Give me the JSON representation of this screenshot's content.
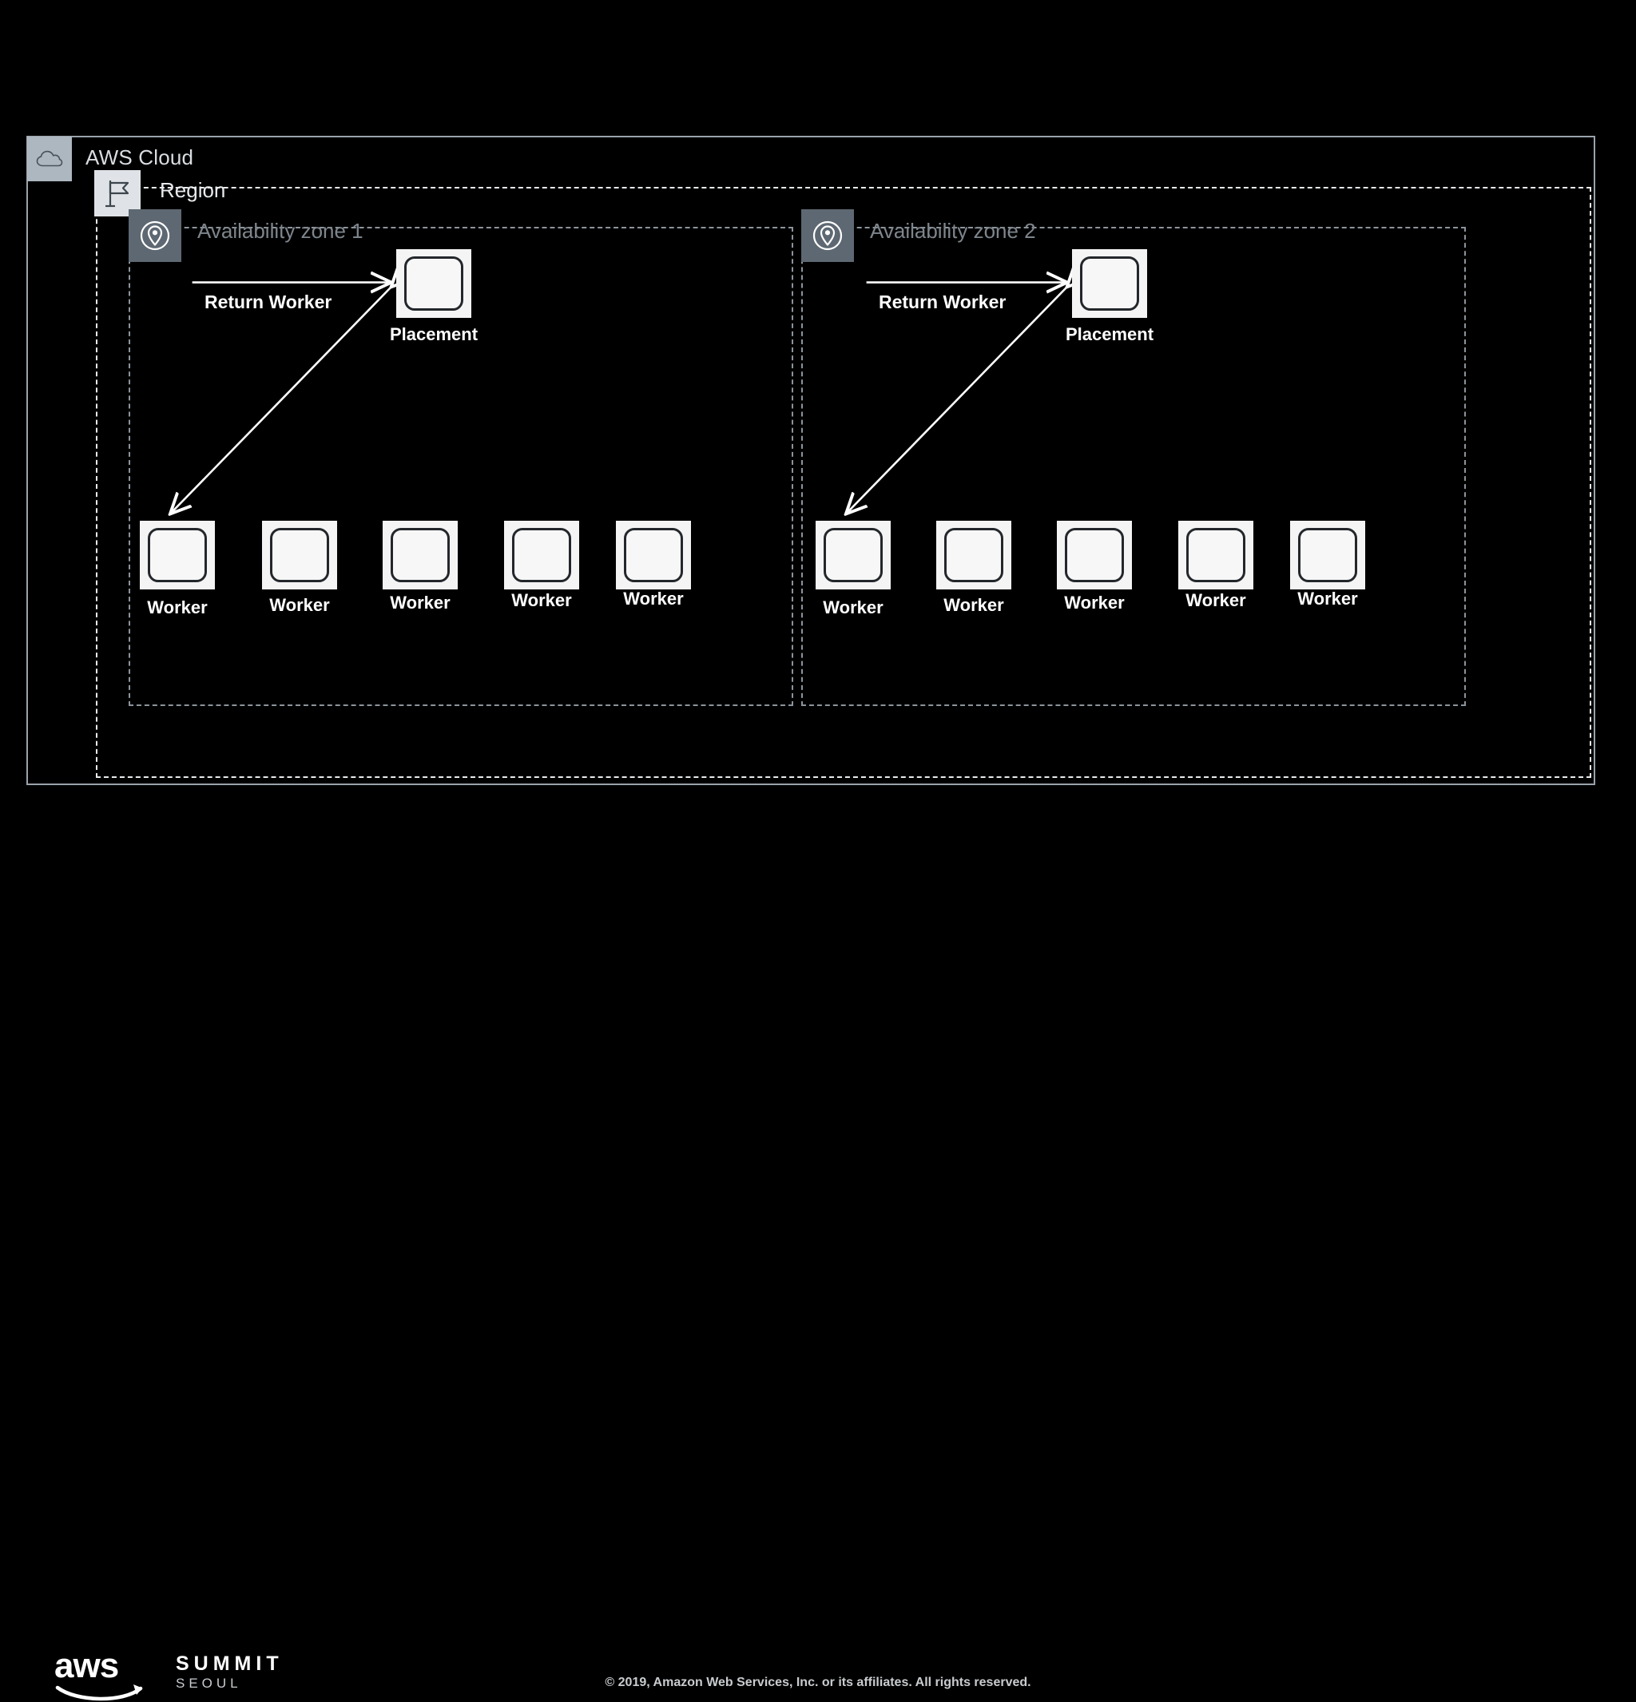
{
  "cloud": {
    "label": "AWS Cloud",
    "icon": "cloud-icon",
    "border_color": "#9aa3ab",
    "icon_bg": "#adb7bf"
  },
  "region": {
    "label": "Region",
    "icon": "flag-icon",
    "border_color": "#e8eaec",
    "icon_bg": "#dfe3e7"
  },
  "zones": [
    {
      "label": "Availability zone 1",
      "icon": "location-pin-icon",
      "icon_bg": "#5e6872",
      "border_color": "#8c949c",
      "placement": {
        "label": "Placement",
        "icon": "service-node-icon"
      },
      "arrow_label": "Return Worker",
      "workers": [
        {
          "label": "Worker"
        },
        {
          "label": "Worker"
        },
        {
          "label": "Worker"
        },
        {
          "label": "Worker"
        },
        {
          "label": "Worker"
        }
      ]
    },
    {
      "label": "Availability zone 2",
      "icon": "location-pin-icon",
      "icon_bg": "#5e6872",
      "border_color": "#8c949c",
      "placement": {
        "label": "Placement",
        "icon": "service-node-icon"
      },
      "arrow_label": "Return Worker",
      "workers": [
        {
          "label": "Worker"
        },
        {
          "label": "Worker"
        },
        {
          "label": "Worker"
        },
        {
          "label": "Worker"
        },
        {
          "label": "Worker"
        }
      ]
    }
  ],
  "footer": {
    "logo_aws": "aws",
    "logo_summit": "SUMMIT",
    "logo_city": "SEOUL",
    "copyright": "© 2019, Amazon Web Services, Inc. or its affiliates. All rights reserved."
  },
  "background_color": "#000000"
}
